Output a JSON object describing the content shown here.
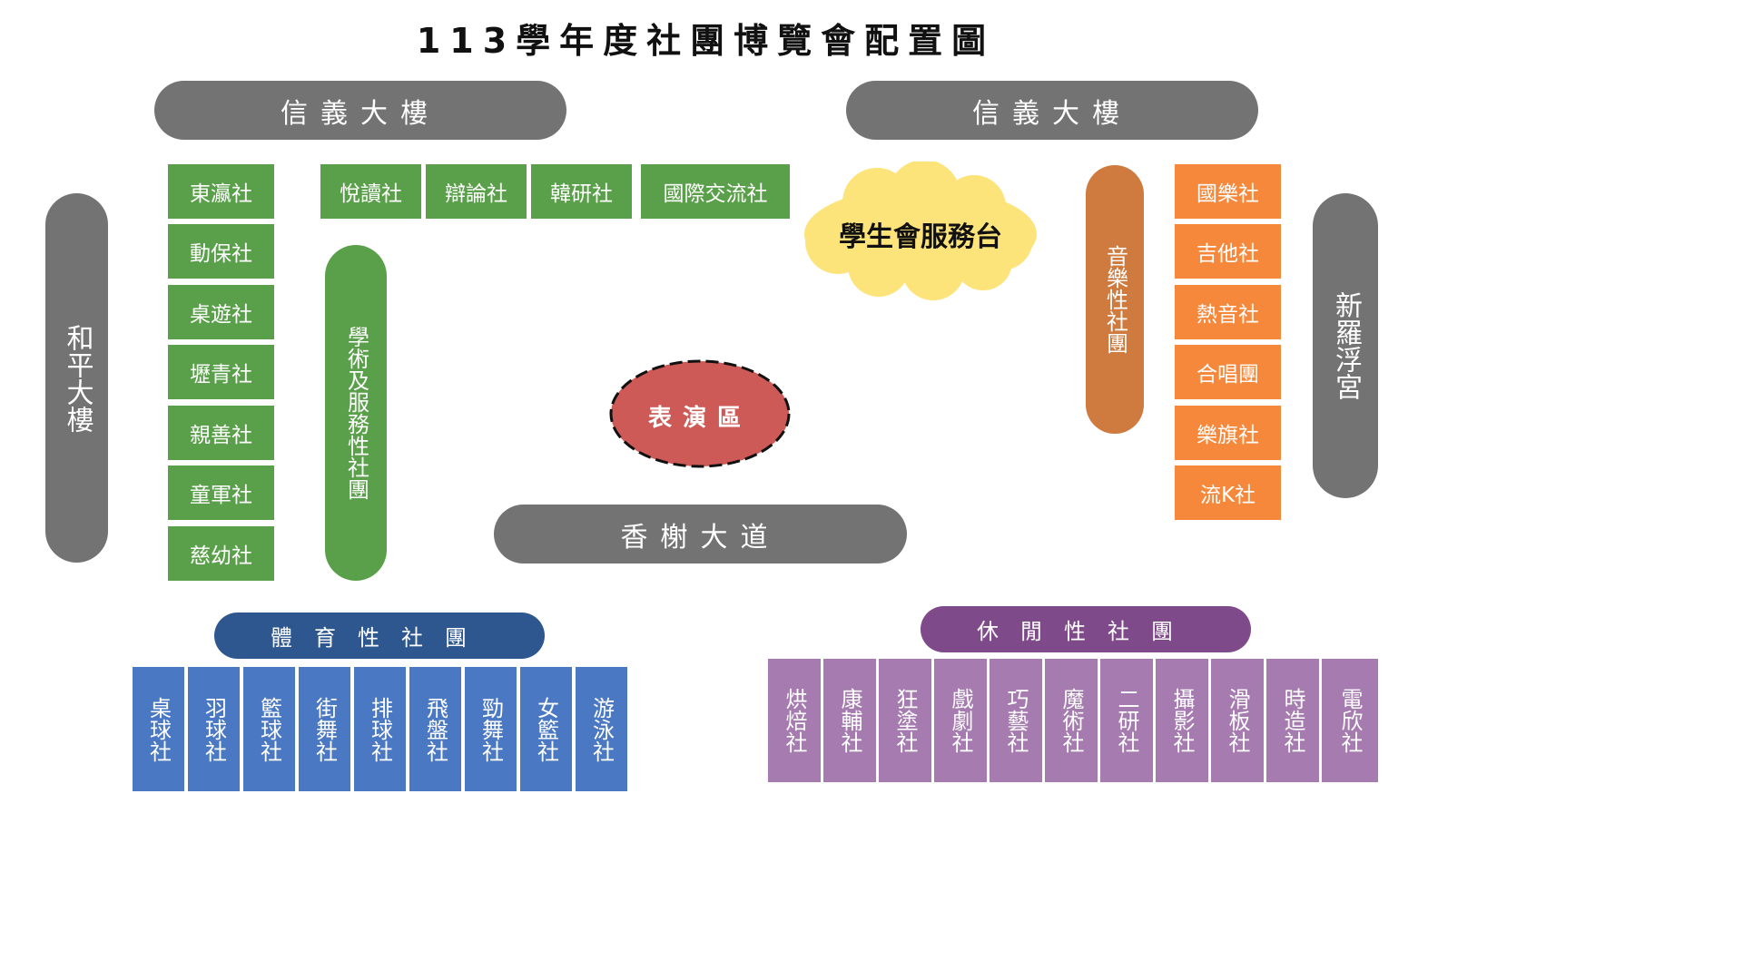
{
  "title": "113學年度社團博覽會配置圖",
  "buildings": {
    "xinyi_left": "信義大樓",
    "xinyi_right": "信義大樓",
    "heping": "和平大樓",
    "xinluofu": "新羅浮宮",
    "xiangxie": "香榭大道"
  },
  "service_desk": "學生會服務台",
  "stage": "表演區",
  "academic_left": [
    "東瀛社",
    "動保社",
    "桌遊社",
    "壢青社",
    "親善社",
    "童軍社",
    "慈幼社"
  ],
  "academic_top": [
    "悅讀社",
    "辯論社",
    "韓研社",
    "國際交流社"
  ],
  "academic_label": "學術及服務性社團",
  "music_label": "音樂性社團",
  "music_clubs": [
    "國樂社",
    "吉他社",
    "熱音社",
    "合唱團",
    "樂旗社",
    "流K社"
  ],
  "sports_label": "體育性社團",
  "sports_clubs": [
    "桌球社",
    "羽球社",
    "籃球社",
    "街舞社",
    "排球社",
    "飛盤社",
    "勁舞社",
    "女籃社",
    "游泳社"
  ],
  "leisure_label": "休閒性社團",
  "leisure_clubs": [
    "烘焙社",
    "康輔社",
    "狂塗社",
    "戲劇社",
    "巧藝社",
    "魔術社",
    "二研社",
    "攝影社",
    "滑板社",
    "時造社",
    "電欣社"
  ],
  "colors": {
    "building_gray": "#737373",
    "academic_green": "#5aa04a",
    "music_orange": "#f6883c",
    "music_label_orange": "#cf7a3e",
    "sports_blue": "#4a78c2",
    "sports_label_blue": "#2e578f",
    "leisure_purple": "#a57bb0",
    "leisure_label_purple": "#7f4a8a",
    "service_yellow": "#fde47a",
    "stage_red": "#cd5a57"
  }
}
